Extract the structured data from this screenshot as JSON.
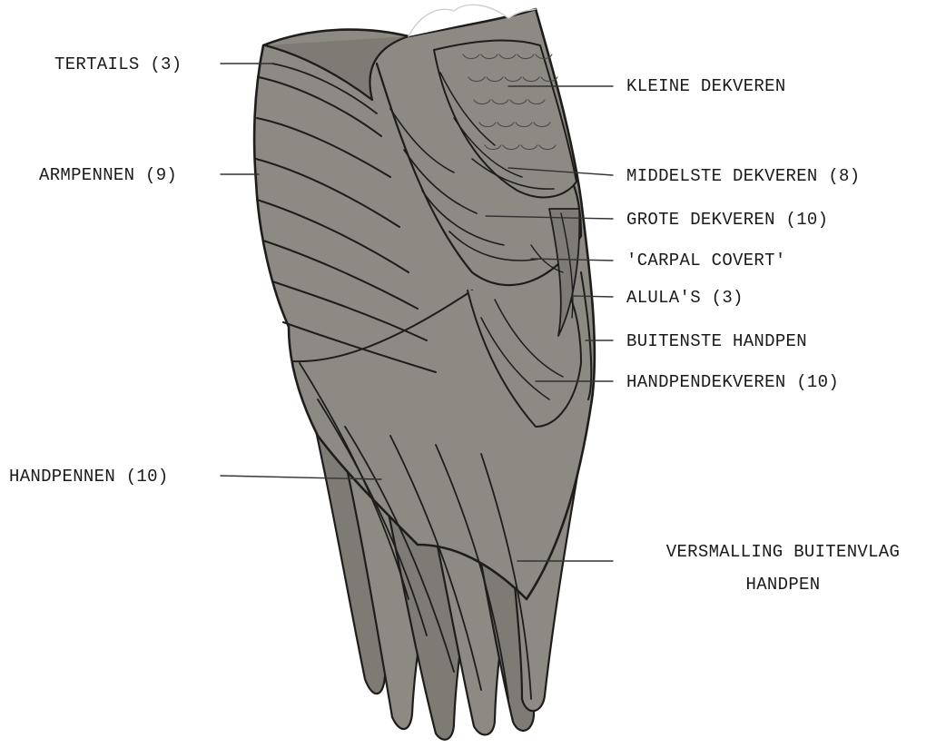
{
  "colors": {
    "feather_fill": "#8d8a84",
    "feather_fill_dark": "#7e7b75",
    "outline": "#1e1d1b",
    "leader_line": "#333333",
    "background": "#ffffff"
  },
  "labels": {
    "tertails": "TERTAILS (3)",
    "armpennen": "ARMPENNEN (9)",
    "handpennen": "HANDPENNEN (10)",
    "kleine_dekveren": "KLEINE DEKVEREN",
    "middelste_dekveren": "MIDDELSTE DEKVEREN (8)",
    "grote_dekveren": "GROTE DEKVEREN (10)",
    "carpal_covert": "'CARPAL COVERT'",
    "alulas": "ALULA'S (3)",
    "buitenste_handpen": "BUITENSTE HANDPEN",
    "handpendekveren": "HANDPENDEKVEREN (10)",
    "versmalling_line1": "VERSMALLING BUITENVLAG",
    "versmalling_line2": "HANDPEN"
  }
}
